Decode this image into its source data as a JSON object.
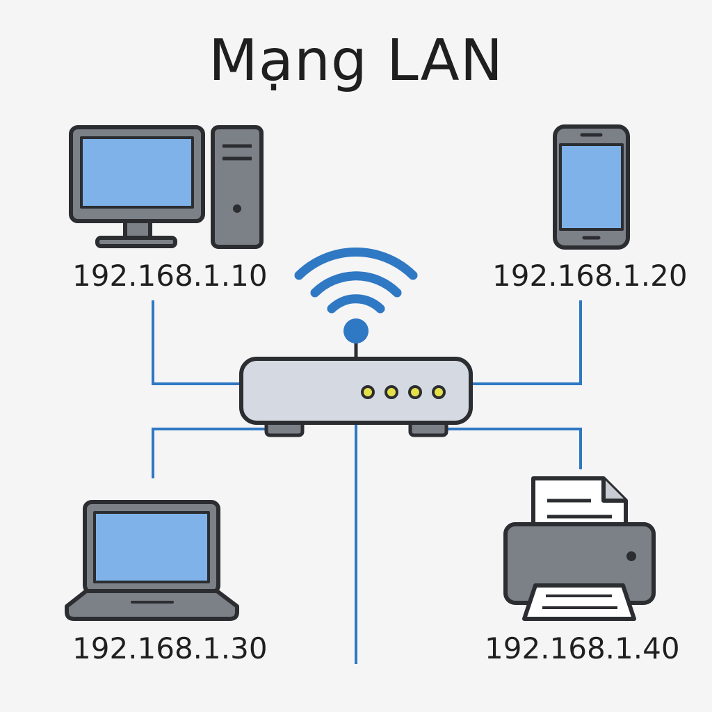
{
  "title": "Mạng LAN",
  "colors": {
    "background": "#f5f5f5",
    "link": "#2f78c4",
    "outline": "#2b2d31",
    "device_gray": "#7c8087",
    "screen_blue": "#7fb2e8",
    "router_body": "#d5d9e2",
    "led": "#e4e04a"
  },
  "devices": [
    {
      "type": "desktop-computer",
      "icon": "desktop-computer-icon",
      "ip": "192.168.1.10"
    },
    {
      "type": "smartphone",
      "icon": "smartphone-icon",
      "ip": "192.168.1.20"
    },
    {
      "type": "laptop",
      "icon": "laptop-icon",
      "ip": "192.168.1.30"
    },
    {
      "type": "printer",
      "icon": "printer-icon",
      "ip": "192.168.1.40"
    }
  ],
  "hub": {
    "type": "wireless-router",
    "icon": "wifi-router-icon",
    "led_count": 4
  }
}
